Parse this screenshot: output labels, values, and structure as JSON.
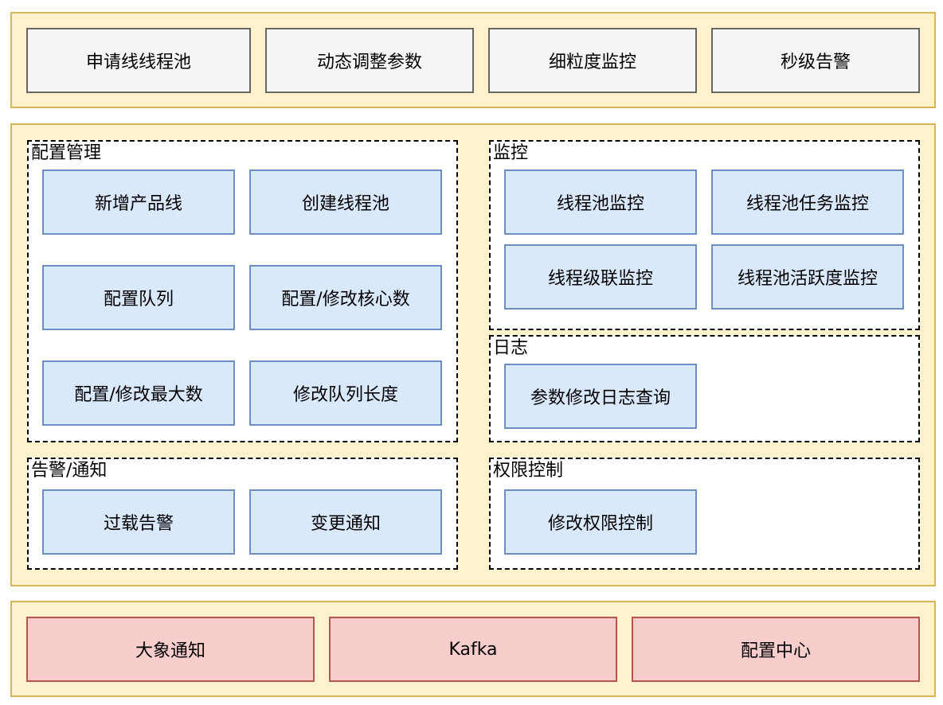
{
  "top_layer": {
    "items": [
      "申请线线程池",
      "动态调整参数",
      "细粒度监控",
      "秒级告警"
    ]
  },
  "middle_layer": {
    "config_management": {
      "title": "配置管理",
      "items": [
        "新增产品线",
        "创建线程池",
        "配置队列",
        "配置/修改核心数",
        "配置/修改最大数",
        "修改队列长度"
      ]
    },
    "monitoring": {
      "title": "监控",
      "items": [
        "线程池监控",
        "线程池任务监控",
        "线程级联监控",
        "线程池活跃度监控"
      ]
    },
    "logging": {
      "title": "日志",
      "items": [
        "参数修改日志查询"
      ]
    },
    "alert_notify": {
      "title": "告警/通知",
      "items": [
        "过载告警",
        "变更通知"
      ]
    },
    "permission": {
      "title": "权限控制",
      "items": [
        "修改权限控制"
      ]
    }
  },
  "bottom_layer": {
    "items": [
      "大象通知",
      "Kafka",
      "配置中心"
    ]
  },
  "colors": {
    "layer_fill": "#fff2cc",
    "layer_border": "#d6b656",
    "gray_fill": "#f5f5f5",
    "blue_fill": "#dae8fc",
    "blue_border": "#6c8ebf",
    "red_fill": "#f8cecc",
    "red_border": "#b85450"
  }
}
